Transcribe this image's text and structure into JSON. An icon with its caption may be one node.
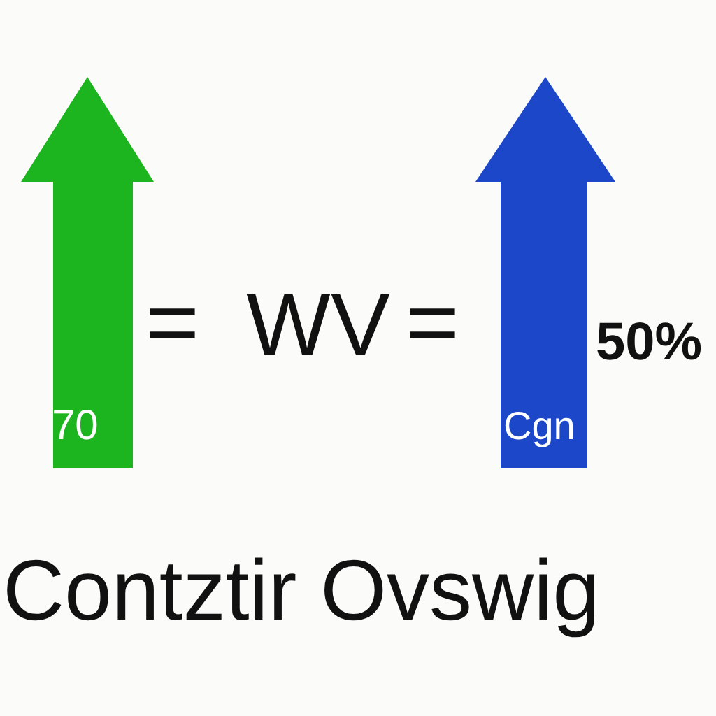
{
  "diagram": {
    "nodes": [
      {
        "text": [
          "70"
        ]
      },
      {
        "text": [
          "Cgn"
        ]
      }
    ],
    "labels": [
      "=",
      "WV",
      "=",
      "50%",
      "Contztir Ovswig"
    ]
  }
}
